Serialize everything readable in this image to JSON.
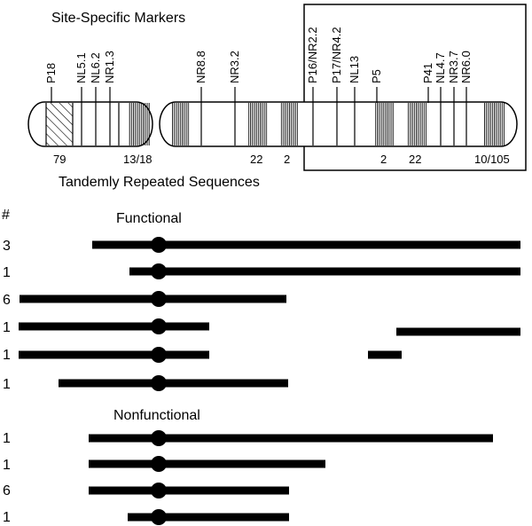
{
  "titles": {
    "markers": "Site-Specific Markers",
    "repeats": "Tandemly Repeated Sequences",
    "count_header": "#",
    "functional": "Functional",
    "nonfunctional": "Nonfunctional"
  },
  "markers": [
    "P18",
    "NL5.1",
    "NL6.2",
    "NR1.3",
    "NR8.8",
    "NR3.2",
    "P16/NR2.2",
    "P17/NR4.2",
    "NL13",
    "P5",
    "P41",
    "NL4.7",
    "NR3.7",
    "NR6.0"
  ],
  "repeat_counts": [
    "79",
    "13/18",
    "22",
    "2",
    "2",
    "22",
    "10/105"
  ],
  "functional_rows": [
    {
      "count": "3"
    },
    {
      "count": "1"
    },
    {
      "count": "6"
    },
    {
      "count": "1"
    },
    {
      "count": "1"
    },
    {
      "count": "1"
    }
  ],
  "nonfunctional_rows": [
    {
      "count": "1"
    },
    {
      "count": "1"
    },
    {
      "count": "6"
    },
    {
      "count": "1"
    }
  ]
}
